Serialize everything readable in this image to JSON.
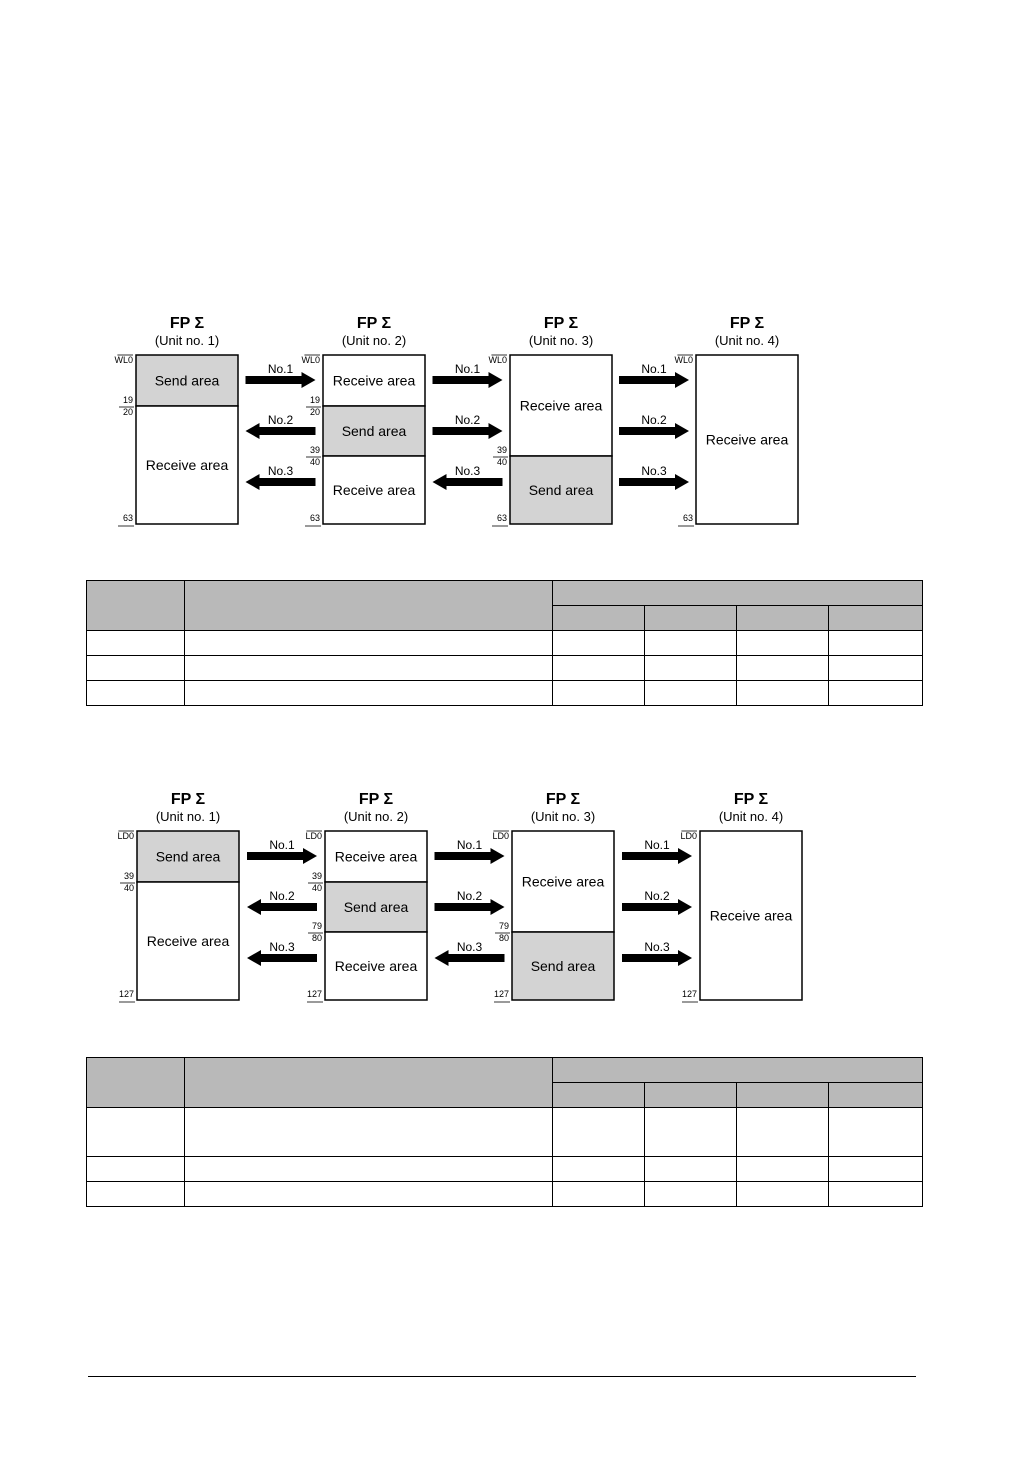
{
  "diagram_1": {
    "units": [
      {
        "title": "FP Σ",
        "unit": "(Unit no. 1)",
        "addr_top": "WL0",
        "areas": [
          {
            "label": "Send area",
            "type": "send",
            "start": "",
            "end": "19"
          },
          {
            "label": "Receive area",
            "type": "receive",
            "start": "20",
            "end": "63"
          }
        ]
      },
      {
        "title": "FP Σ",
        "unit": "(Unit no. 2)",
        "addr_top": "WL0",
        "areas": [
          {
            "label": "Receive area",
            "type": "receive",
            "start": "",
            "end": "19"
          },
          {
            "label": "Send area",
            "type": "send",
            "start": "20",
            "end": "39"
          },
          {
            "label": "Receive area",
            "type": "receive",
            "start": "40",
            "end": "63"
          }
        ]
      },
      {
        "title": "FP Σ",
        "unit": "(Unit no. 3)",
        "addr_top": "WL0",
        "areas": [
          {
            "label": "Receive area",
            "type": "receive",
            "start": "",
            "end": "39"
          },
          {
            "label": "Send area",
            "type": "send",
            "start": "40",
            "end": "63"
          }
        ]
      },
      {
        "title": "FP Σ",
        "unit": "(Unit no. 4)",
        "addr_top": "WL0",
        "areas": [
          {
            "label": "Receive area",
            "type": "receive",
            "start": "",
            "end": "63"
          }
        ]
      }
    ],
    "arrows": [
      "No.1",
      "No.2",
      "No.3"
    ]
  },
  "diagram_2": {
    "units": [
      {
        "title": "FP Σ",
        "unit": "(Unit no. 1)",
        "addr_top": "LD0",
        "areas": [
          {
            "label": "Send area",
            "type": "send",
            "start": "",
            "end": "39"
          },
          {
            "label": "Receive area",
            "type": "receive",
            "start": "40",
            "end": "127"
          }
        ]
      },
      {
        "title": "FP Σ",
        "unit": "(Unit no. 2)",
        "addr_top": "LD0",
        "areas": [
          {
            "label": "Receive area",
            "type": "receive",
            "start": "",
            "end": "39"
          },
          {
            "label": "Send area",
            "type": "send",
            "start": "40",
            "end": "79"
          },
          {
            "label": "Receive area",
            "type": "receive",
            "start": "80",
            "end": "127"
          }
        ]
      },
      {
        "title": "FP Σ",
        "unit": "(Unit no. 3)",
        "addr_top": "LD0",
        "areas": [
          {
            "label": "Receive area",
            "type": "receive",
            "start": "",
            "end": "79"
          },
          {
            "label": "Send area",
            "type": "send",
            "start": "80",
            "end": "127"
          }
        ]
      },
      {
        "title": "FP Σ",
        "unit": "(Unit no. 4)",
        "addr_top": "LD0",
        "areas": [
          {
            "label": "Receive area",
            "type": "receive",
            "start": "",
            "end": "127"
          }
        ]
      }
    ],
    "arrows": [
      "No.1",
      "No.2",
      "No.3"
    ]
  },
  "colors": {
    "send_fill": "#d3d3d3",
    "receive_fill": "#ffffff",
    "header_fill": "#b9b9b9",
    "line": "#000000"
  }
}
